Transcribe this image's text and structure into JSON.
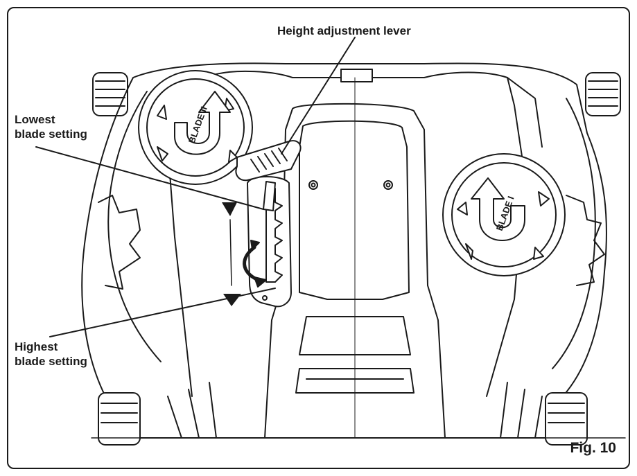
{
  "labels": {
    "height_lever": "Height adjustment lever",
    "lowest_line1": "Lowest",
    "lowest_line2": "blade setting",
    "highest_line1": "Highest",
    "highest_line2": "blade setting"
  },
  "blade_marks": {
    "left": "BLADE II",
    "right": "BLADE I"
  },
  "figure_label": "Fig. 10",
  "colors": {
    "line": "#1a1a1a",
    "fill": "#ffffff"
  }
}
